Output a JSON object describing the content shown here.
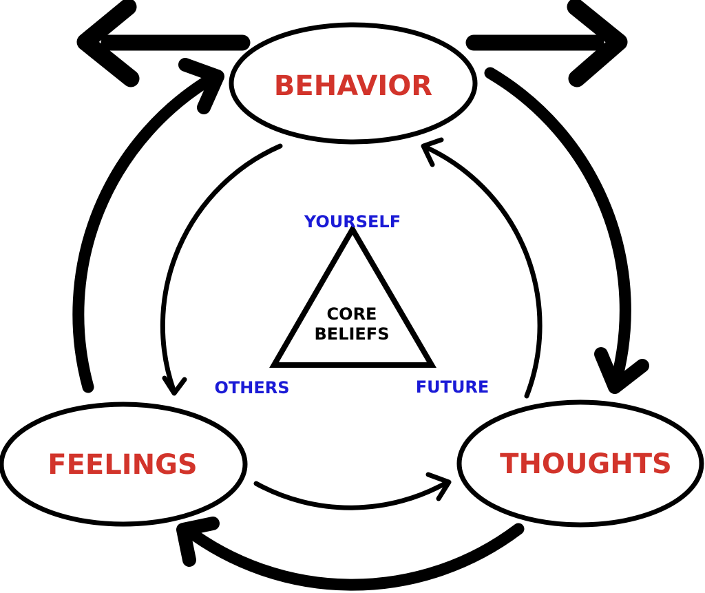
{
  "diagram": {
    "background": "#ffffff",
    "nodes": {
      "behavior": {
        "label": "BEHAVIOR"
      },
      "feelings": {
        "label": "FEELINGS"
      },
      "thoughts": {
        "label": "THOUGHTS"
      }
    },
    "core_beliefs": {
      "line1": "CORE",
      "line2": "BELIEFS",
      "vertex_top": "YOURSELF",
      "vertex_bottom_left": "OTHERS",
      "vertex_bottom_right": "FUTURE"
    },
    "arrows": {
      "outward_left": {
        "from": "behavior",
        "direction": "left",
        "style": "thick-straight"
      },
      "outward_right": {
        "from": "behavior",
        "direction": "right",
        "style": "thick-straight"
      },
      "outer_cycle": [
        {
          "from": "feelings",
          "to": "behavior",
          "style": "thick-curved"
        },
        {
          "from": "behavior",
          "to": "thoughts",
          "style": "thick-curved"
        },
        {
          "from": "thoughts",
          "to": "feelings",
          "style": "thick-curved"
        }
      ],
      "inner_cycle": [
        {
          "from": "behavior",
          "to": "feelings",
          "style": "thin-curved"
        },
        {
          "from": "feelings",
          "to": "thoughts",
          "style": "thin-curved"
        },
        {
          "from": "thoughts",
          "to": "behavior",
          "style": "thin-curved"
        }
      ]
    },
    "colors": {
      "node_label": "#d2342b",
      "belief_label": "#1a1ad6",
      "core_label": "#000000",
      "stroke": "#000000"
    }
  }
}
